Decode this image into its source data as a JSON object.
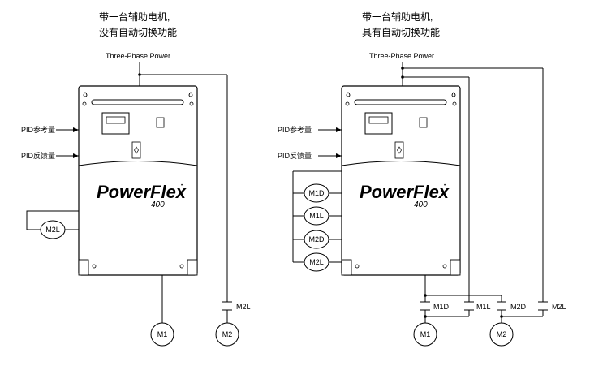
{
  "diagram": {
    "left": {
      "caption_line1": "带一台辅助电机,",
      "caption_line2": "没有自动切换功能",
      "power_label": "Three-Phase Power",
      "pid_ref_label": "PID参考量",
      "pid_fb_label": "PID反馈量",
      "brand": "PowerFlex",
      "model": "400",
      "relay_label": "M2L",
      "contact_label": "M2L",
      "motor1": "M1",
      "motor2": "M2"
    },
    "right": {
      "caption_line1": "带一台辅助电机,",
      "caption_line2": "具有自动切换功能",
      "power_label": "Three-Phase Power",
      "pid_ref_label": "PID参考量",
      "pid_fb_label": "PID反馈量",
      "brand": "PowerFlex",
      "model": "400",
      "relays": [
        "M1D",
        "M1L",
        "M2D",
        "M2L"
      ],
      "contacts": [
        "M1D",
        "M1L",
        "M2D",
        "M2L"
      ],
      "motor1": "M1",
      "motor2": "M2"
    }
  }
}
